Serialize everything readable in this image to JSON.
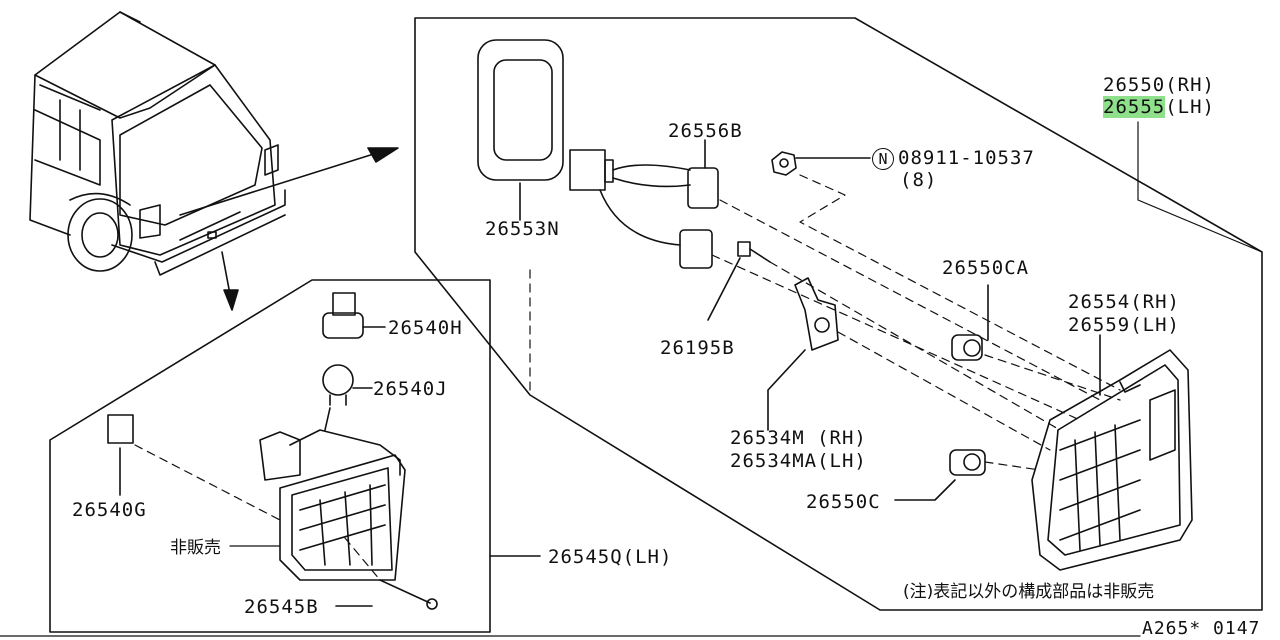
{
  "diagram": {
    "labels": {
      "p26550_rh": "26550(RH)",
      "p26555_code": "26555",
      "p26555_side": "(LH)",
      "p26556b": "26556B",
      "n_symbol": "N",
      "p08911": "08911-10537",
      "p08911_qty": "(8)",
      "p26553n": "26553N",
      "p26550ca": "26550CA",
      "p26554": "26554(RH)",
      "p26559": "26559(LH)",
      "p26195b": "26195B",
      "p26534m": "26534M (RH)",
      "p26534ma": "26534MA(LH)",
      "p26550c": "26550C",
      "p26540h": "26540H",
      "p26540j": "26540J",
      "p26540g": "26540G",
      "not_sold": "非販売",
      "p26545q": "26545Q(LH)",
      "p26545b": "26545B",
      "note": "(注)表記以外の構成部品は非販売",
      "ref": "A265* 0147"
    },
    "highlight_color": "#8fe08a",
    "line_color": "#111111"
  }
}
